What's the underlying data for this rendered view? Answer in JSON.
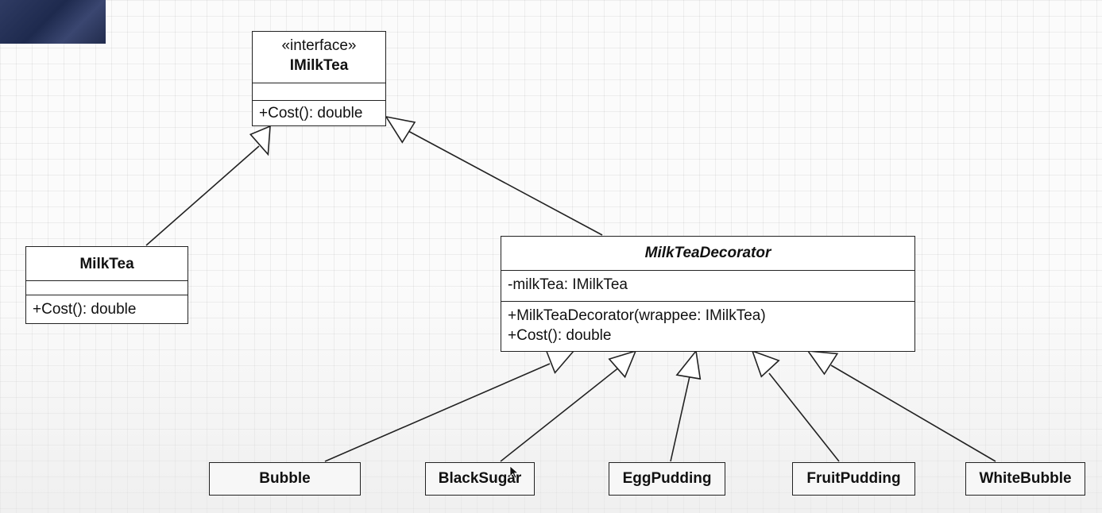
{
  "diagram": {
    "interface": {
      "stereotype": "«interface»",
      "name": "IMilkTea",
      "operations": [
        "+Cost(): double"
      ]
    },
    "milk_tea": {
      "name": "MilkTea",
      "operations": [
        "+Cost(): double"
      ]
    },
    "decorator": {
      "name": "MilkTeaDecorator",
      "attributes": [
        "-milkTea: IMilkTea"
      ],
      "operations": [
        "+MilkTeaDecorator(wrappee: IMilkTea)",
        "+Cost(): double"
      ]
    },
    "concrete_decorators": [
      "Bubble",
      "BlackSugar",
      "EggPudding",
      "FruitPudding",
      "WhiteBubble"
    ],
    "relationship_type": "realization / generalization (hollow triangle arrowheads)"
  },
  "colors": {
    "line": "#222222",
    "box_fill": "#ffffff",
    "leaf_fill": "#f7f7f7",
    "thumbnail": "#2a365c"
  },
  "icons": {
    "pointer": "cursor-icon"
  }
}
